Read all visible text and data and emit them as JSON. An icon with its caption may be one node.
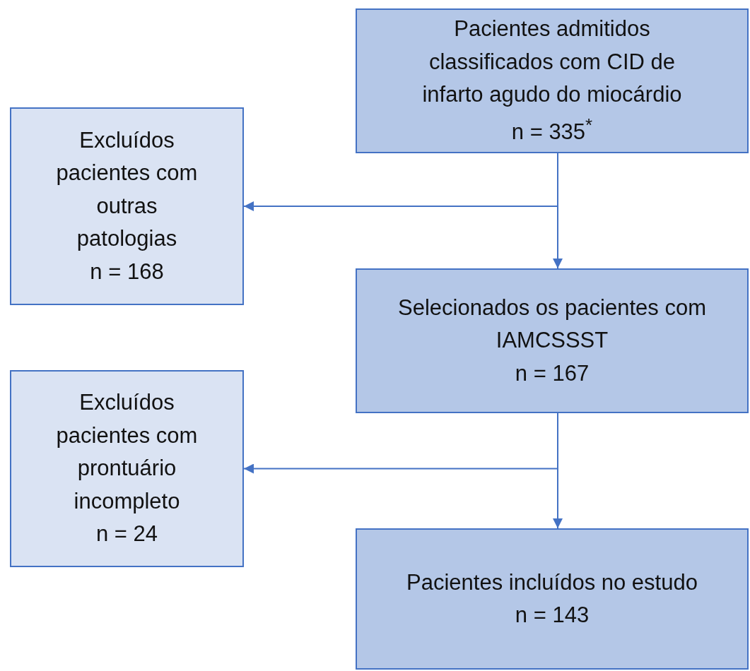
{
  "diagram": {
    "nodes": [
      {
        "text": [
          "Pacientes admitidos classificados com CID de infarto agudo do miocárdio",
          "n = 335$^{*}$"
        ]
      },
      {
        "text": [
          "Excluídos pacientes com outras patologias",
          "n = 168"
        ]
      },
      {
        "text": [
          "Selecionados os pacientes com IAMCSSST",
          "n = 167"
        ]
      },
      {
        "text": [
          "Excluídos pacientes com prontuário incompleto",
          "n = 24"
        ]
      },
      {
        "text": [
          "Pacientes incluídos no estudo",
          "n = 143"
        ]
      }
    ],
    "edges": [
      {
        "from": 0,
        "to": 1,
        "arrow": "to"
      },
      {
        "from": 0,
        "to": 2,
        "arrow": "to"
      },
      {
        "from": 2,
        "to": 3,
        "arrow": "to"
      },
      {
        "from": 2,
        "to": 4,
        "arrow": "to"
      }
    ]
  }
}
